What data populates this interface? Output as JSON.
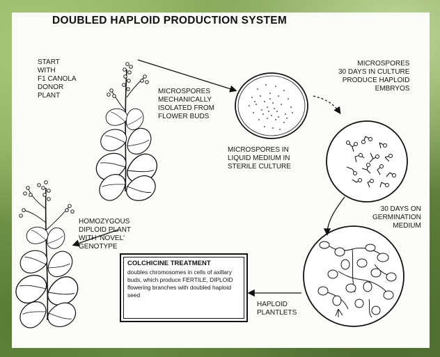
{
  "title": "DOUBLED HAPLOID PRODUCTION SYSTEM",
  "labels": {
    "start": "START\nWITH\nF1 CANOLA\nDONOR\nPLANT",
    "microspores_isolated": "MICROSPORES\nMECHANICALLY\nISOLATED FROM\nFLOWER BUDS",
    "microspores_liquid": "MICROSPORES IN\nLIQUID MEDIUM IN\nSTERILE CULTURE",
    "embryos": "MICROSPORES\n30 DAYS IN CULTURE\nPRODUCE HAPLOID\nEMBRYOS",
    "germination": "30 DAYS ON\nGERMINATION\nMEDIUM",
    "plantlets": "HAPLOID\nPLANTLETS",
    "diploid": "HOMOZYGOUS\nDIPLOID PLANT\nWITH 'NOVEL'\nGENOTYPE"
  },
  "colchicine": {
    "title": "COLCHICINE TREATMENT",
    "body": "doubles chromosomes in cells of axillary buds, which produce FERTILE, DIPLOID flowering branches with doubled haploid seed"
  }
}
